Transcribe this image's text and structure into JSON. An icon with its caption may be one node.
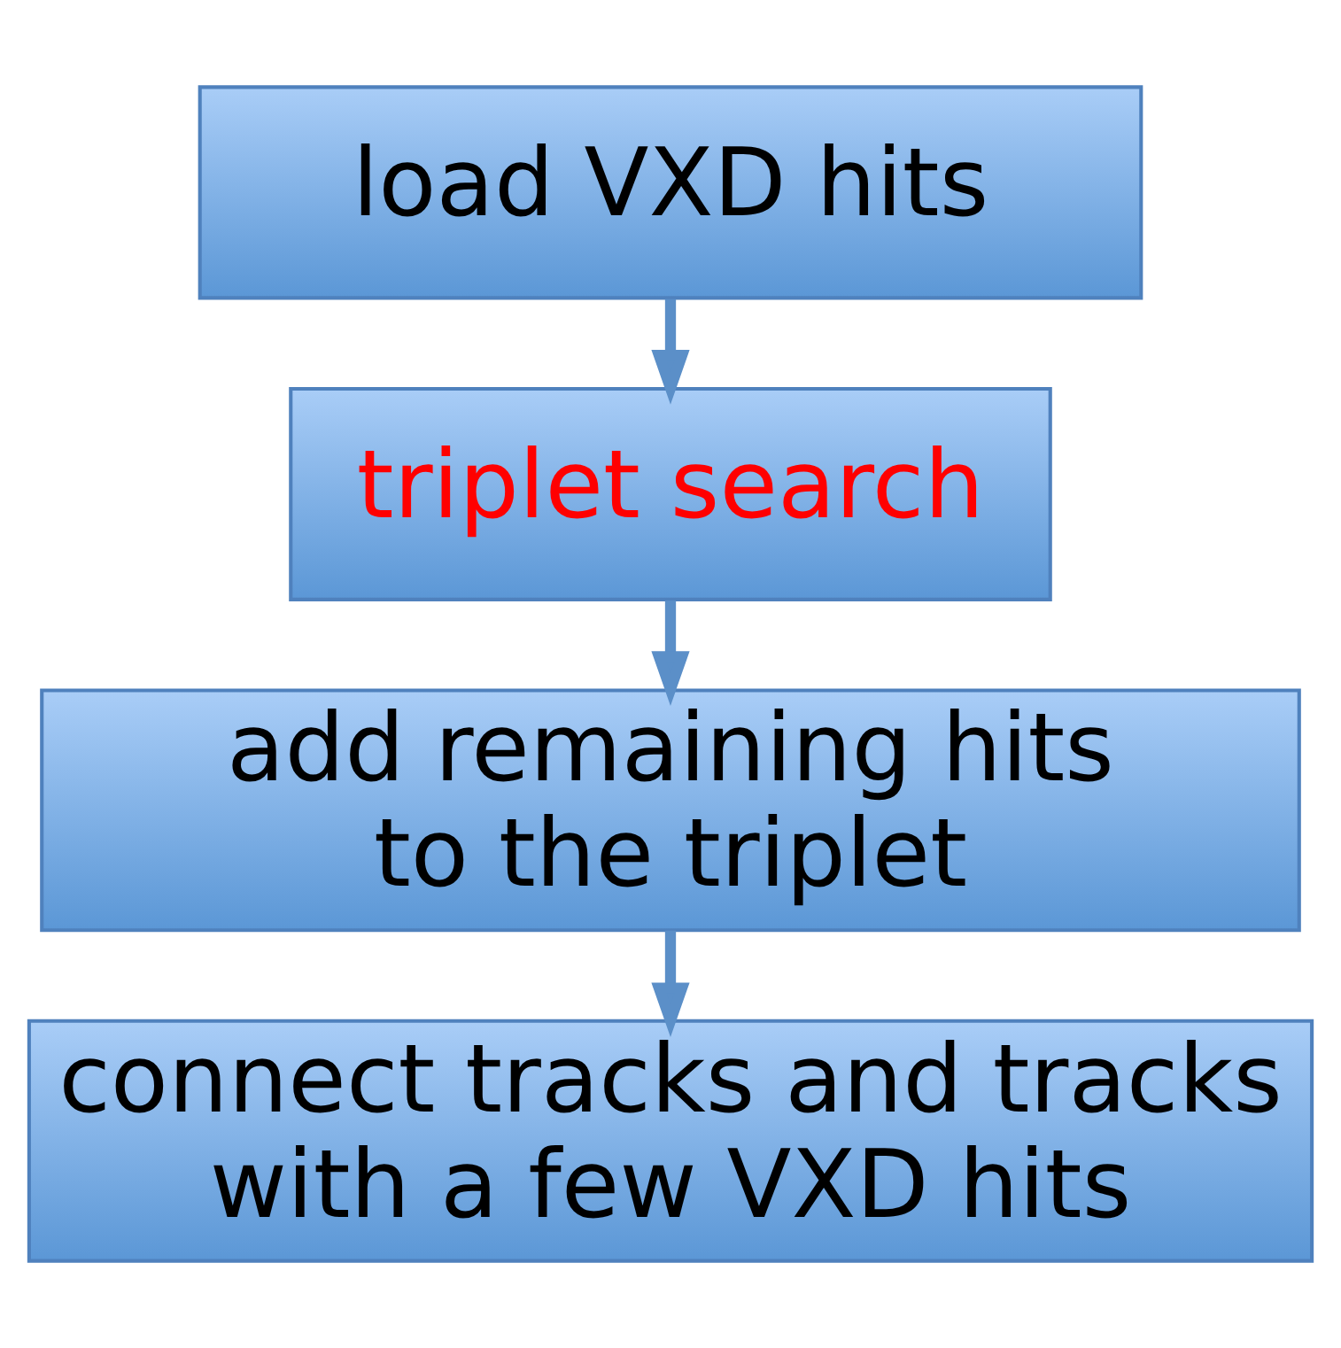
{
  "diagram": {
    "nodes": [
      {
        "text": [
          "load VXD hits"
        ]
      },
      {
        "text": [
          "triplet search"
        ]
      },
      {
        "text": [
          "add remaining hits to the triplet"
        ]
      },
      {
        "text": [
          "connect tracks and tracks with a few VXD hits"
        ]
      }
    ],
    "edges": [
      {
        "from": 0,
        "to": 1,
        "arrow": "to"
      },
      {
        "from": 1,
        "to": 2,
        "arrow": "to"
      },
      {
        "from": 2,
        "to": 3,
        "arrow": "to"
      }
    ]
  }
}
